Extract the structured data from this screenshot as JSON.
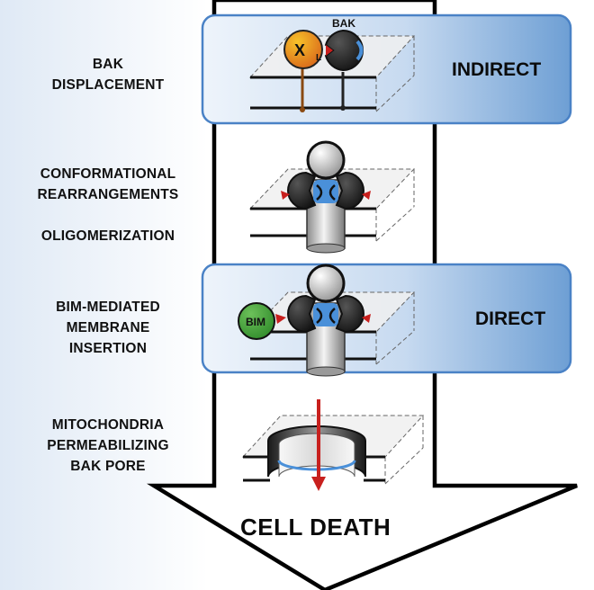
{
  "labels": {
    "bak_displacement": [
      "BAK",
      "DISPLACEMENT"
    ],
    "conformational": [
      "CONFORMATIONAL",
      "REARRANGEMENTS"
    ],
    "oligomerization": "OLIGOMERIZATION",
    "bim_insertion": [
      "BIM-MEDIATED",
      "MEMBRANE",
      "INSERTION"
    ],
    "pore": [
      "MITOCHONDRIA",
      "PERMEABILIZING",
      "BAK PORE"
    ]
  },
  "panels": {
    "indirect": "INDIRECT",
    "direct": "DIRECT"
  },
  "outcome": "CELL DEATH",
  "molecules": {
    "bcl_xl_main": "X",
    "bcl_xl_sub": "L",
    "bak": "BAK",
    "bim": "BIM"
  },
  "colors": {
    "panel_blue_light": "#e6eff9",
    "panel_blue_dark": "#5d90cc",
    "panel_border": "#4a82c6",
    "bim_green": "#3a9a34",
    "bcl_xl_orange": "#e88a1a",
    "bak_black": "#1e1e1e",
    "red_notch": "#c8201e",
    "arrow_red": "#c8201e"
  }
}
